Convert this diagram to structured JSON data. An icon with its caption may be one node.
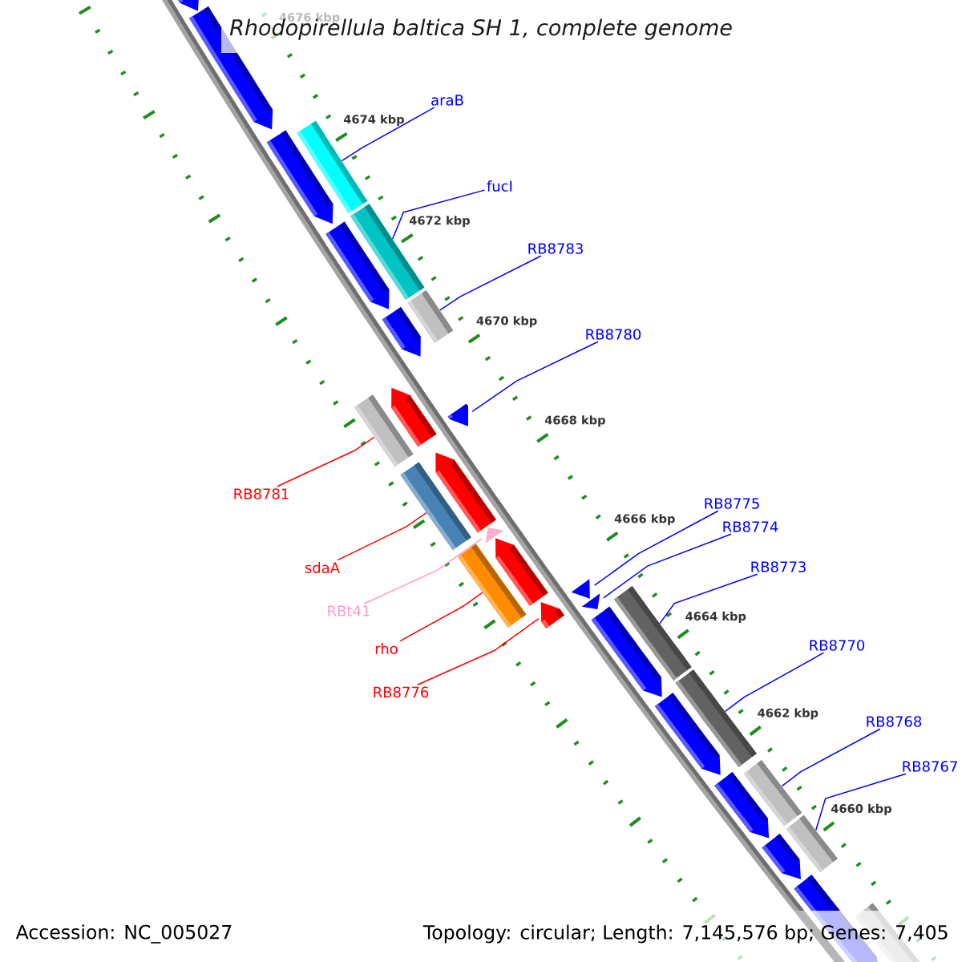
{
  "diagram": {
    "title": "Rhodopirellula baltica SH 1, complete genome",
    "nodes": [
      {
        "text": [
          "araB"
        ]
      },
      {
        "text": [
          "fucI"
        ]
      },
      {
        "text": [
          "RB8783"
        ]
      },
      {
        "text": [
          "RB8780"
        ]
      },
      {
        "text": [
          "RB8781"
        ]
      },
      {
        "text": [
          "RB8775"
        ]
      },
      {
        "text": [
          "RB8774"
        ]
      },
      {
        "text": [
          "sdaA"
        ]
      },
      {
        "text": [
          "RB8773"
        ]
      },
      {
        "text": [
          "RBt41"
        ]
      },
      {
        "text": [
          "rho"
        ]
      },
      {
        "text": [
          "RB8770"
        ]
      },
      {
        "text": [
          "RB8776"
        ]
      },
      {
        "text": [
          "RB8768"
        ]
      },
      {
        "text": [
          "RB8767"
        ]
      },
      {
        "text": [],
        "shape": "arrow"
      },
      {
        "text": [],
        "shape": "arrow"
      },
      {
        "text": [],
        "shape": "arrow"
      },
      {
        "text": [],
        "shape": "bar"
      },
      {
        "text": [],
        "shape": "arrow"
      },
      {
        "text": [],
        "shape": "bar"
      },
      {
        "text": [],
        "shape": "bar"
      },
      {
        "text": [],
        "shape": "arrow"
      },
      {
        "text": [],
        "shape": "bar"
      },
      {
        "text": [],
        "shape": "arrow"
      },
      {
        "text": [],
        "shape": "arrow"
      },
      {
        "text": [],
        "shape": "bar"
      },
      {
        "text": [],
        "shape": "arrow"
      },
      {
        "text": [],
        "shape": "arrow"
      },
      {
        "text": [],
        "shape": "bar"
      },
      {
        "text": [],
        "shape": "arrow"
      },
      {
        "text": [],
        "shape": "arrow"
      },
      {
        "text": [],
        "shape": "arrow"
      },
      {
        "text": [],
        "shape": "arrow"
      },
      {
        "text": [],
        "shape": "bar"
      },
      {
        "text": [],
        "shape": "arrow"
      },
      {
        "text": [],
        "shape": "bar"
      },
      {
        "text": [],
        "shape": "arrow"
      },
      {
        "text": [],
        "shape": "arrow"
      },
      {
        "text": [],
        "shape": "bar"
      },
      {
        "text": [],
        "shape": "arrow"
      },
      {
        "text": [],
        "shape": "bar"
      },
      {
        "text": [],
        "shape": "arrow"
      },
      {
        "text": [],
        "shape": "bar"
      }
    ],
    "edges": [
      {
        "from": 0,
        "to": 18,
        "arrow": "none"
      },
      {
        "from": 1,
        "to": 20,
        "arrow": "none"
      },
      {
        "from": 2,
        "to": 21,
        "arrow": "none"
      },
      {
        "from": 3,
        "to": 25,
        "arrow": "none"
      },
      {
        "from": 4,
        "to": 23,
        "arrow": "none",
        "color": "#ff0000"
      },
      {
        "from": 5,
        "to": 32,
        "arrow": "none"
      },
      {
        "from": 6,
        "to": 33,
        "arrow": "none"
      },
      {
        "from": 7,
        "to": 26,
        "arrow": "none",
        "color": "#ff0000"
      },
      {
        "from": 8,
        "to": 34,
        "arrow": "none"
      },
      {
        "from": 9,
        "to": 28,
        "arrow": "none",
        "color": "#ff99cc"
      },
      {
        "from": 10,
        "to": 29,
        "arrow": "none",
        "color": "#ff0000"
      },
      {
        "from": 11,
        "to": 36,
        "arrow": "none"
      },
      {
        "from": 12,
        "to": 31,
        "arrow": "none",
        "color": "#ff0000"
      },
      {
        "from": 13,
        "to": 39,
        "arrow": "none"
      },
      {
        "from": 14,
        "to": 41,
        "arrow": "none"
      }
    ],
    "labels": [
      "4676 kbp",
      "4674 kbp",
      "4672 kbp",
      "4670 kbp",
      "4668 kbp",
      "4666 kbp",
      "4664 kbp",
      "4662 kbp",
      "4660 kbp",
      "Accession: NC_005027",
      "Topology: circular; Length: 7,145,576 bp; Genes: 7,405"
    ]
  }
}
